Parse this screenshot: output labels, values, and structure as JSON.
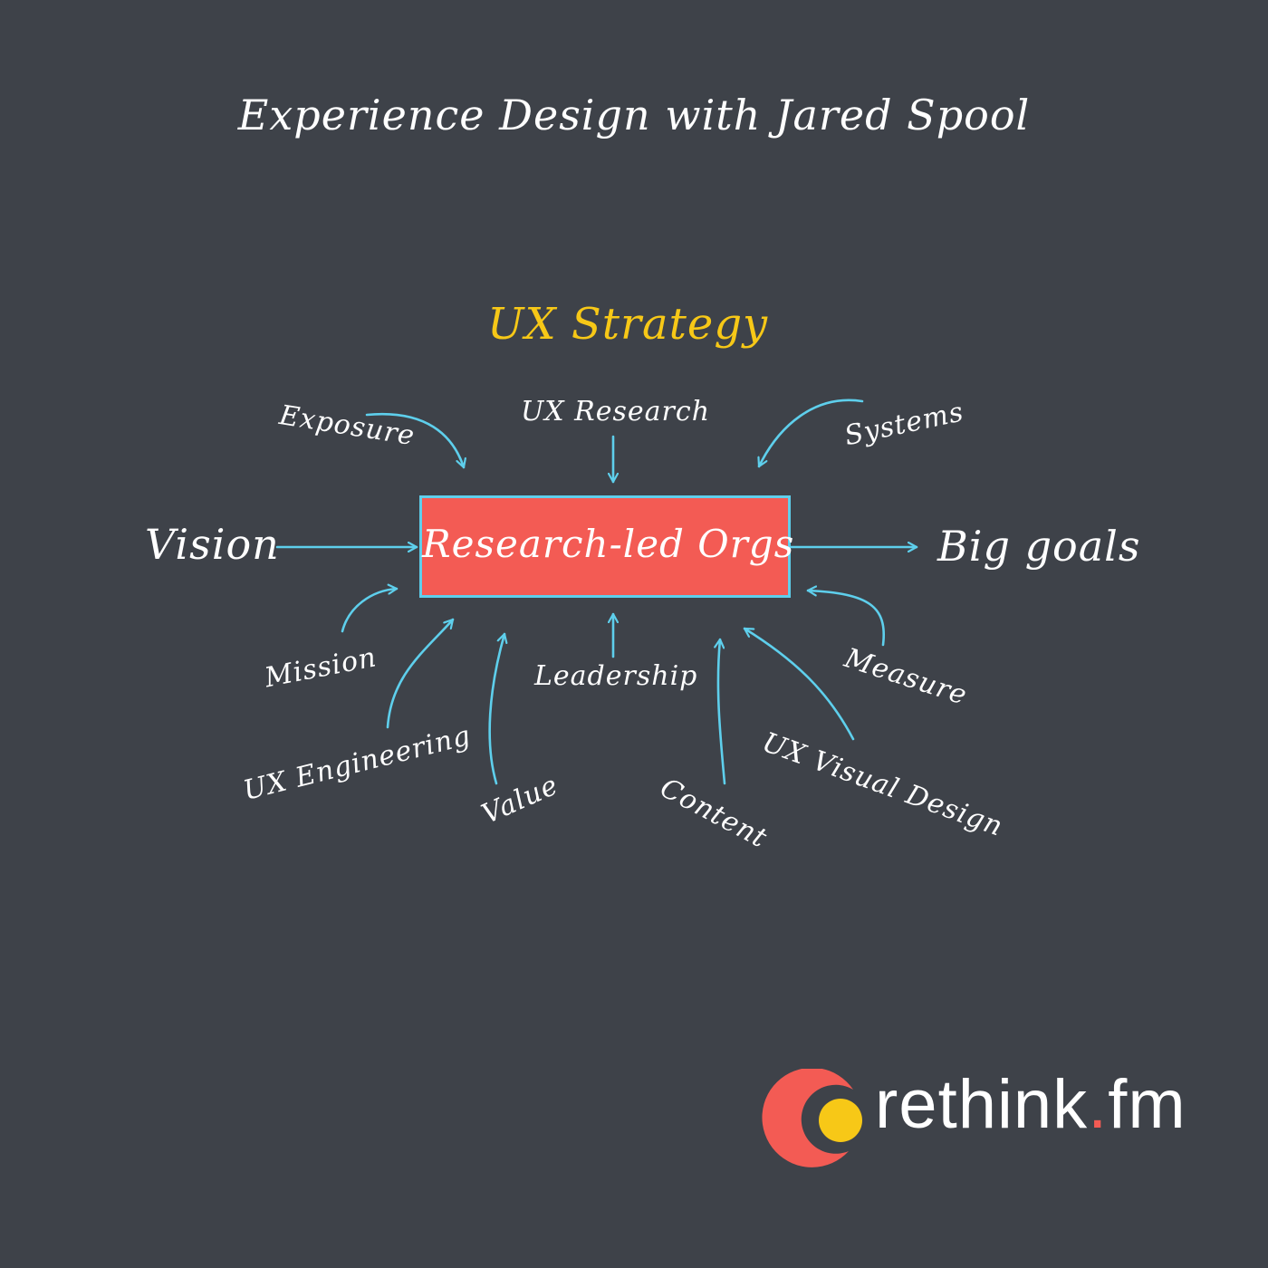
{
  "title": "Experience Design with Jared Spool",
  "diagram": {
    "heading": "UX Strategy",
    "core": "Research-led Orgs",
    "input": "Vision",
    "output": "Big goals",
    "factors": {
      "exposure": "Exposure",
      "ux_research": "UX Research",
      "systems": "Systems",
      "mission": "Mission",
      "ux_engineering": "UX Engineering",
      "value": "Value",
      "leadership": "Leadership",
      "content": "Content",
      "ux_visual_design": "UX Visual Design",
      "measure": "Measure"
    }
  },
  "colors": {
    "background": "#3e4249",
    "core_fill": "#f35b54",
    "arrow": "#5ecfec",
    "heading": "#f7c817",
    "logo_ring": "#f35b54",
    "logo_dot": "#f7c817"
  },
  "logo": {
    "name": "rethink",
    "dot": ".",
    "suffix": "fm"
  }
}
